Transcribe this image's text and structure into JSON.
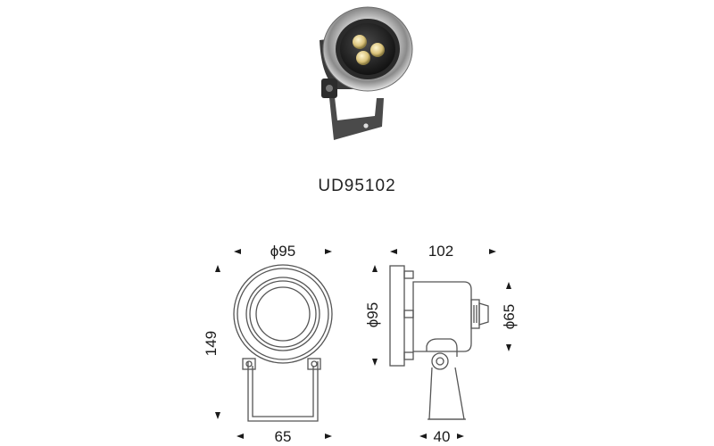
{
  "model": "UD95102",
  "front_view": {
    "width_dim": "ϕ95",
    "height_dim": "149",
    "bracket_dim": "65"
  },
  "side_view": {
    "length_dim": "102",
    "body_dia_dim": "ϕ95",
    "rear_dia_dim": "ϕ65",
    "base_dim": "40"
  },
  "colors": {
    "line": "#555555",
    "housing": "#3a3a3a",
    "led": "#d9c27a"
  }
}
